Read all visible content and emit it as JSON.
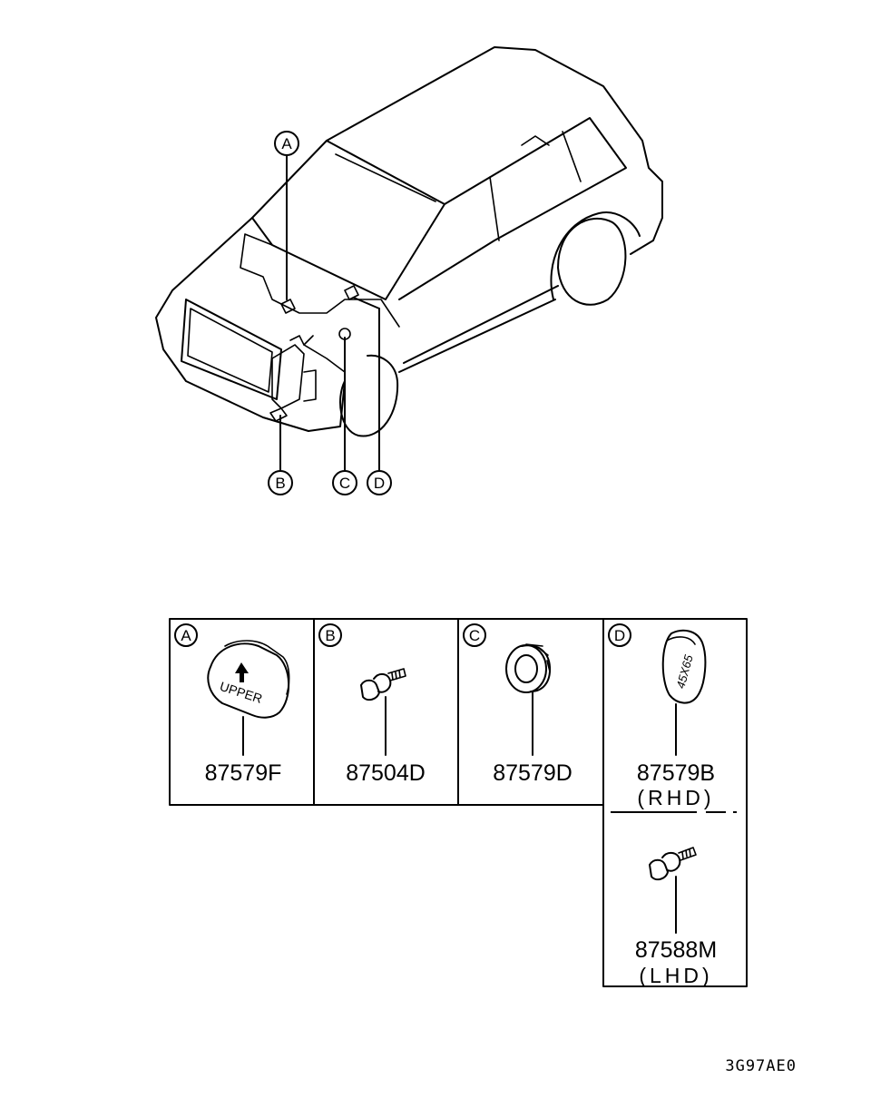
{
  "callouts": {
    "top": [
      "A",
      "B",
      "C",
      "D"
    ],
    "table": [
      "A",
      "B",
      "C",
      "D"
    ]
  },
  "parts": {
    "a": {
      "number": "87579F",
      "label_text": "UPPER"
    },
    "b": {
      "number": "87504D"
    },
    "c": {
      "number": "87579D"
    },
    "d_rhd": {
      "number": "87579B",
      "variant": "(RHD)",
      "label_text": "45X65"
    },
    "d_lhd": {
      "number": "87588M",
      "variant": "(LHD)"
    }
  },
  "reference_code": "3G97AE0"
}
